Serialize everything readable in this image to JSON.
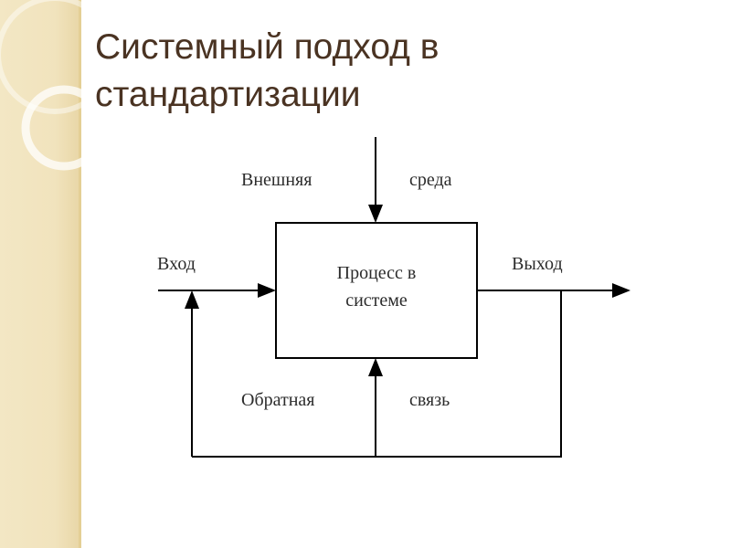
{
  "title": "Системный подход в стандартизации",
  "diagram": {
    "environment_left": "Внешняя",
    "environment_right": "среда",
    "process_line1": "Процесс в",
    "process_line2": "системе",
    "input": "Вход",
    "output": "Выход",
    "feedback_left": "Обратная",
    "feedback_right": "связь"
  }
}
